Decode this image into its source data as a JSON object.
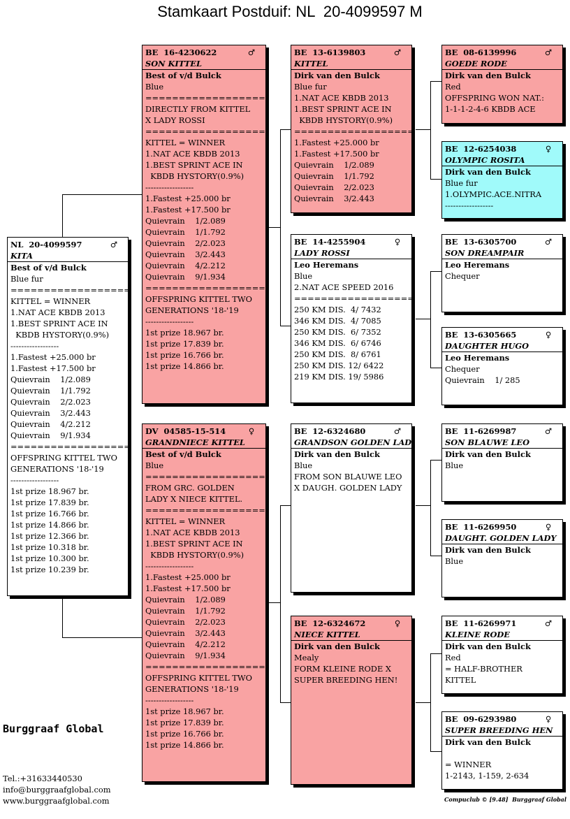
{
  "title": "Stamkaart Postduif: NL  20-4099597 M",
  "brand": "Burggraaf Global",
  "contact": {
    "phone": "Tel.:+31633440530",
    "email": "info@burggraafglobal.com",
    "web": "www.burggraafglobal.com"
  },
  "footer": "Compuclub © [9.48]  Burggraaf Global",
  "cards": {
    "kita": {
      "ring": "NL  20-4099597",
      "sex": "♂",
      "name": "KITA",
      "lines": [
        "Best of v/d Bulck",
        "Blue fur",
        "==================",
        "KITTEL = WINNER",
        "1.NAT ACE KBDB 2013",
        "1.BEST SPRINT ACE IN",
        "  KBDB HYSTORY(0.9%)",
        "------------------",
        "1.Fastest +25.000 br",
        "1.Fastest +17.500 br",
        "Quievrain    1/2.089",
        "Quievrain    1/1.792",
        "Quievrain    2/2.023",
        "Quievrain    3/2.443",
        "Quievrain    4/2.212",
        "Quievrain    9/1.934",
        "==================",
        "OFFSPRING KITTEL TWO",
        "GENERATIONS '18-'19",
        "------------------",
        "1st prize 18.967 br.",
        "1st prize 17.839 br.",
        "1st prize 16.766 br.",
        "1st prize 14.866 br.",
        "1st prize 12.366 br.",
        "1st prize 10.318 br.",
        "1st prize 10.300 br.",
        "1st prize 10.239 br."
      ]
    },
    "son_kittel": {
      "ring": "BE  16-4230622",
      "sex": "♂",
      "name": "SON KITTEL",
      "lines": [
        "Best of v/d Bulck",
        "Blue",
        "==================",
        "DIRECTLY FROM KITTEL",
        "X LADY ROSSI",
        "==================",
        "KITTEL = WINNER",
        "1.NAT ACE KBDB 2013",
        "1.BEST SPRINT ACE IN",
        "  KBDB HYSTORY(0.9%)",
        "------------------",
        "1.Fastest +25.000 br",
        "1.Fastest +17.500 br",
        "Quievrain    1/2.089",
        "Quievrain    1/1.792",
        "Quievrain    2/2.023",
        "Quievrain    3/2.443",
        "Quievrain    4/2.212",
        "Quievrain    9/1.934",
        "==================",
        "OFFSPRING KITTEL TWO",
        "GENERATIONS '18-'19",
        "------------------",
        "1st prize 18.967 br.",
        "1st prize 17.839 br.",
        "1st prize 16.766 br.",
        "1st prize 14.866 br."
      ]
    },
    "grandniece_kittel": {
      "ring": "DV  04585-15-514",
      "sex": "♀",
      "name": "GRANDNIECE KITTEL",
      "lines": [
        "Best of v/d Bulck",
        "Blue",
        "==================",
        "FROM GRC. GOLDEN",
        "LADY X NIECE KITTEL.",
        "==================",
        "KITTEL = WINNER",
        "1.NAT ACE KBDB 2013",
        "1.BEST SPRINT ACE IN",
        "  KBDB HYSTORY(0.9%)",
        "------------------",
        "1.Fastest +25.000 br",
        "1.Fastest +17.500 br",
        "Quievrain    1/2.089",
        "Quievrain    1/1.792",
        "Quievrain    2/2.023",
        "Quievrain    3/2.443",
        "Quievrain    4/2.212",
        "Quievrain    9/1.934",
        "==================",
        "OFFSPRING KITTEL TWO",
        "GENERATIONS '18-'19",
        "------------------",
        "1st prize 18.967 br.",
        "1st prize 17.839 br.",
        "1st prize 16.766 br.",
        "1st prize 14.866 br."
      ]
    },
    "kittel": {
      "ring": "BE  13-6139803",
      "sex": "♂",
      "name": "KITTEL",
      "lines": [
        "Dirk van den Bulck",
        "Blue fur",
        "1.NAT ACE KBDB 2013",
        "1.BEST SPRINT ACE IN",
        "  KBDB HYSTORY(0.9%)",
        "==================",
        "1.Fastest +25.000 br",
        "1.Fastest +17.500 br",
        "Quievrain    1/2.089",
        "Quievrain    1/1.792",
        "Quievrain    2/2.023",
        "Quievrain    3/2.443"
      ]
    },
    "lady_rossi": {
      "ring": "BE  14-4255904",
      "sex": "♀",
      "name": "LADY ROSSI",
      "lines": [
        "Leo Heremans",
        "Blue",
        "2.NAT ACE SPEED 2016",
        "==================",
        "250 KM DIS.  4/ 7432",
        "346 KM DIS.  4/ 7085",
        "250 KM DIS.  6/ 7352",
        "346 KM DIS.  6/ 6746",
        "250 KM DIS.  8/ 6761",
        "250 KM DIS. 12/ 6422",
        "219 KM DIS. 19/ 5986"
      ]
    },
    "grandson_golden_lady": {
      "ring": "BE  12-6324680",
      "sex": "♂",
      "name": "GRANDSON GOLDEN LADY",
      "lines": [
        "Dirk van den Bulck",
        "Blue",
        "FROM SON BLAUWE LEO",
        "X DAUGH. GOLDEN LADY"
      ]
    },
    "niece_kittel": {
      "ring": "BE  12-6324672",
      "sex": "♀",
      "name": "NIECE KITTEL",
      "lines": [
        "Dirk van den Bulck",
        "Mealy",
        "FORM KLEINE RODE X",
        "SUPER BREEDING HEN!"
      ]
    },
    "goede_rode": {
      "ring": "BE  08-6139996",
      "sex": "♂",
      "name": "GOEDE RODE",
      "lines": [
        "Dirk van den Bulck",
        "Red",
        "OFFSPRING WON NAT.:",
        "1-1-1-2-4-6 KBDB ACE"
      ]
    },
    "olympic_rosita": {
      "ring": "BE  12-6254038",
      "sex": "♀",
      "name": "OLYMPIC ROSITA",
      "lines": [
        "Dirk van den Bulck",
        "Blue fur",
        "1.OLYMPIC.ACE.NITRA",
        "------------------"
      ]
    },
    "son_dreampair": {
      "ring": "BE  13-6305700",
      "sex": "♂",
      "name": "SON DREAMPAIR",
      "lines": [
        "Leo Heremans",
        "Chequer"
      ]
    },
    "daughter_hugo": {
      "ring": "BE  13-6305665",
      "sex": "♀",
      "name": "DAUGHTER HUGO",
      "lines": [
        "Leo Heremans",
        "Chequer",
        "Quievrain    1/ 285"
      ]
    },
    "son_blauwe_leo": {
      "ring": "BE  11-6269987",
      "sex": "♂",
      "name": "SON BLAUWE LEO",
      "lines": [
        "Dirk van den Bulck",
        "Blue"
      ]
    },
    "daught_golden_lady": {
      "ring": "BE  11-6269950",
      "sex": "♀",
      "name": "DAUGHT. GOLDEN LADY",
      "lines": [
        "Dirk van den Bulck",
        "Blue"
      ]
    },
    "kleine_rode": {
      "ring": "BE  11-6269971",
      "sex": "♂",
      "name": "KLEINE RODE",
      "lines": [
        "Dirk van den Bulck",
        "Red",
        "= HALF-BROTHER",
        "KITTEL"
      ]
    },
    "super_breeding_hen": {
      "ring": "BE  09-6293980",
      "sex": "♀",
      "name": "SUPER BREEDING HEN",
      "lines": [
        "Dirk van den Bulck",
        "",
        "= WINNER",
        "1-2143, 1-159, 2-634"
      ]
    }
  }
}
